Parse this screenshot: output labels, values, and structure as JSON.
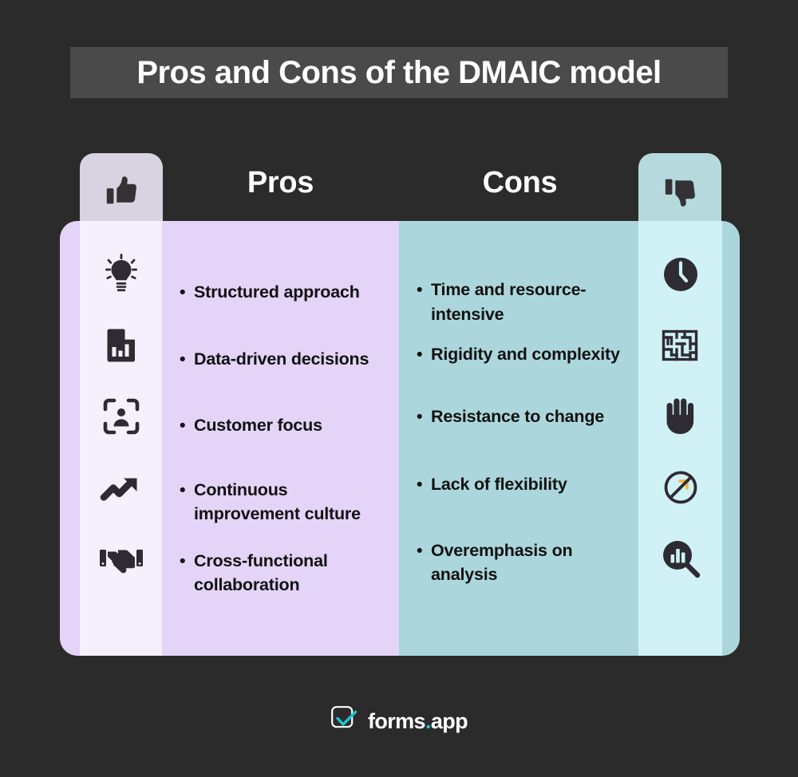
{
  "title": "Pros and Cons of the DMAIC model",
  "colors": {
    "background": "#2b2b2b",
    "title_band": "#4a4a4a",
    "pros_tab": "#d7d3e0",
    "cons_tab": "#b6d9de",
    "pros_column": "#e4d4f7",
    "pros_icon_strip": "#f5f0fc",
    "cons_column": "#abd7dc",
    "cons_icon_strip": "#d0f2f7",
    "text_dark": "#111111",
    "text_light": "#ffffff",
    "accent_cyan": "#21c3d6",
    "accent_yellow": "#f5b731"
  },
  "columns": {
    "pros": {
      "header": "Pros",
      "tab_icon": "thumbs-up-icon",
      "items": [
        {
          "text": "Structured approach",
          "icon": "lightbulb-icon"
        },
        {
          "text": "Data-driven decisions",
          "icon": "document-chart-icon"
        },
        {
          "text": "Customer focus",
          "icon": "person-focus-icon"
        },
        {
          "text": "Continuous improvement culture",
          "icon": "trending-up-arrow-icon"
        },
        {
          "text": "Cross-functional collaboration",
          "icon": "handshake-icon"
        }
      ]
    },
    "cons": {
      "header": "Cons",
      "tab_icon": "thumbs-down-icon",
      "items": [
        {
          "text": "Time and resource-intensive",
          "icon": "clock-icon"
        },
        {
          "text": "Rigidity and complexity",
          "icon": "maze-icon"
        },
        {
          "text": "Resistance to change",
          "icon": "stop-hand-icon"
        },
        {
          "text": "Lack of flexibility",
          "icon": "no-flexibility-icon"
        },
        {
          "text": "Overemphasis on analysis",
          "icon": "magnifier-chart-icon"
        }
      ]
    }
  },
  "bullet_char": "•",
  "footer": {
    "brand_name": "forms",
    "brand_dot": ".",
    "brand_suffix": "app",
    "logo_icon": "forms-app-check-logo"
  }
}
